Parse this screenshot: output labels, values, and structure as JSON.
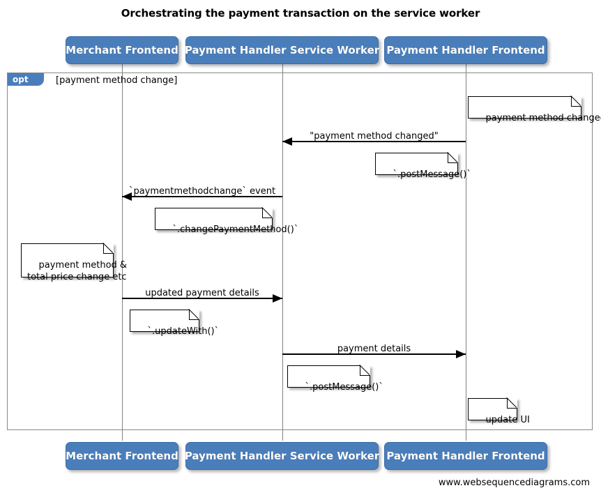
{
  "diagram": {
    "title": "Orchestrating the payment transaction on the service worker",
    "type": "uml-sequence-diagram",
    "credit": "www.websequencediagrams.com",
    "colors": {
      "participant_fill": "#4a7ebb",
      "participant_text": "#ffffff",
      "fragment_tab_fill": "#4a7ebb",
      "lifeline": "#808080",
      "message": "#000000",
      "note_fill": "#ffffff",
      "background": "#ffffff"
    }
  },
  "participants": [
    {
      "id": "merchant",
      "label": "Merchant Frontend"
    },
    {
      "id": "sw",
      "label": "Payment Handler Service Worker"
    },
    {
      "id": "phfe",
      "label": "Payment Handler Frontend"
    }
  ],
  "fragment": {
    "kind": "opt",
    "guard": "[payment method change]"
  },
  "messages": [
    {
      "index": 0,
      "label": "\"payment method changed\"",
      "from": "phfe",
      "to": "sw",
      "direction": "left"
    },
    {
      "index": 1,
      "label": "`paymentmethodchange` event",
      "from": "sw",
      "to": "merchant",
      "direction": "left"
    },
    {
      "index": 2,
      "label": "updated payment details",
      "from": "merchant",
      "to": "sw",
      "direction": "right"
    },
    {
      "index": 3,
      "label": "payment details",
      "from": "sw",
      "to": "phfe",
      "direction": "right"
    }
  ],
  "notes": [
    {
      "index": 0,
      "text": "payment method changed",
      "over": "phfe"
    },
    {
      "index": 1,
      "text": "`.postMessage()`",
      "over": "phfe"
    },
    {
      "index": 2,
      "text": "`.changePaymentMethod()`",
      "over": "sw"
    },
    {
      "index": 3,
      "text": "payment method &\ntotal price change etc",
      "over": "merchant"
    },
    {
      "index": 4,
      "text": "`.updateWith()`",
      "over": "merchant"
    },
    {
      "index": 5,
      "text": "`.postMessage()`",
      "over": "sw"
    },
    {
      "index": 6,
      "text": "update UI",
      "over": "phfe"
    }
  ]
}
